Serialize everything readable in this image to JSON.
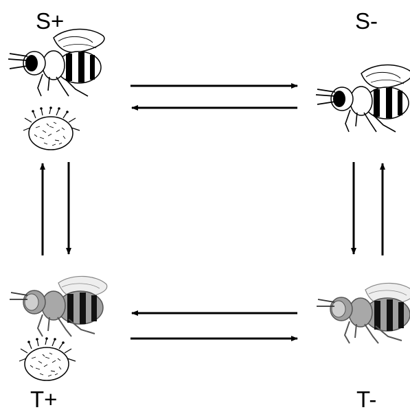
{
  "states": {
    "s_plus": "S+",
    "s_minus": "S-",
    "t_plus": "T+",
    "t_minus": "T-"
  },
  "icons": {
    "bee_sensitive": "bee-icon",
    "bee_tolerant": "bee-icon",
    "mite": "varroa-mite-icon",
    "arrow": "arrow-icon"
  },
  "colors": {
    "ink": "#000000",
    "gray_bee_body": "#9a9a9a",
    "white_bee_body": "#ffffff"
  }
}
